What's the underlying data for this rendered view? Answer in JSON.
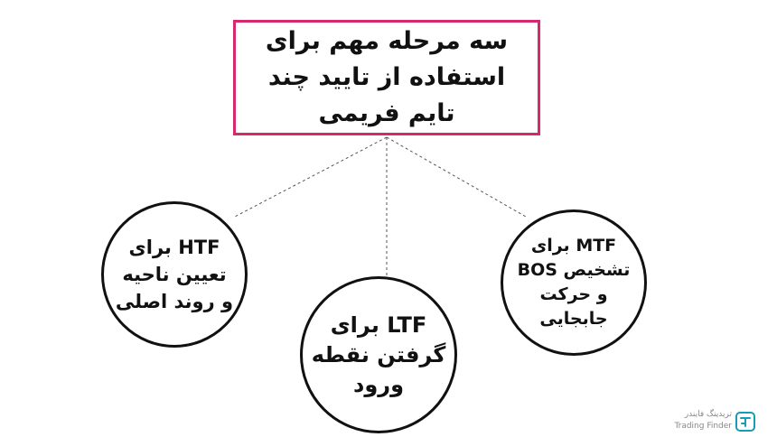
{
  "title": {
    "line1": "سه مرحله مهم برای",
    "line2": "استفاده از تایید چند",
    "line3": "تایم فریمی"
  },
  "nodes": {
    "htf": {
      "line1": "HTF برای",
      "line2": "تعیین ناحیه",
      "line3": "و روند اصلی"
    },
    "ltf": {
      "line1": "LTF برای",
      "line2": "گرفتن نقطه",
      "line3": "ورود"
    },
    "mtf": {
      "line1": "MTF برای",
      "line2": "تشخیص BOS",
      "line3": "و حرکت جابجایی"
    }
  },
  "watermark": {
    "fa_text": "تریدینگ فایندر",
    "en_text": "Trading Finder"
  },
  "colors": {
    "title_border": "#d6286f",
    "node_border": "#111111",
    "connector": "#555555",
    "logo": "#1a9bb5"
  }
}
